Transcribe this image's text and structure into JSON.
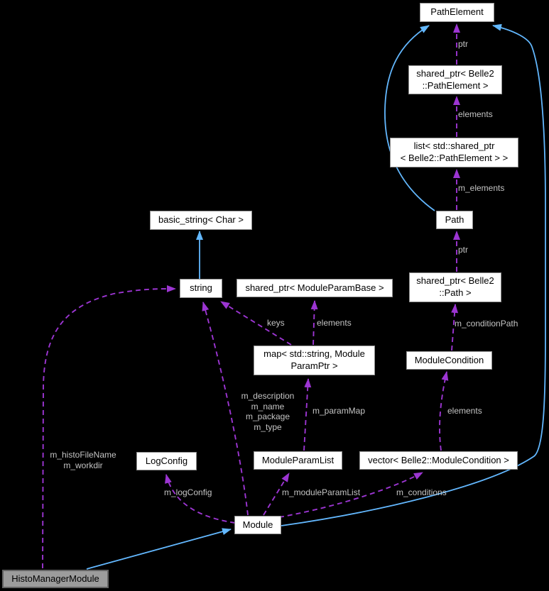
{
  "diagram_type": "doxygen-collaboration-graph",
  "colors": {
    "background": "#000000",
    "member_edge": "#9c35d2",
    "inheritance_edge": "#63b8ff",
    "node_fill": "#ffffff",
    "node_border": "#8f8f8f",
    "node_text": "#000000",
    "highlight_node_fill": "#9c9c9c",
    "highlight_node_border": "#646464",
    "edge_label_text": "#c4c4c4"
  },
  "nodes": [
    {
      "label": "PathElement"
    },
    {
      "label": "shared_ptr< Belle2\n::PathElement >"
    },
    {
      "label": "list< std::shared_ptr\n< Belle2::PathElement > >"
    },
    {
      "label": "Path"
    },
    {
      "label": "basic_string< Char >"
    },
    {
      "label": "string"
    },
    {
      "label": "shared_ptr< ModuleParamBase >"
    },
    {
      "label": "shared_ptr< Belle2\n::Path >"
    },
    {
      "label": "map< std::string, Module\nParamPtr >"
    },
    {
      "label": "ModuleCondition"
    },
    {
      "label": "LogConfig"
    },
    {
      "label": "ModuleParamList"
    },
    {
      "label": "vector< Belle2::ModuleCondition >"
    },
    {
      "label": "Module"
    },
    {
      "label": "HistoManagerModule"
    }
  ],
  "edge_labels": [
    {
      "text": "ptr"
    },
    {
      "text": "elements"
    },
    {
      "text": "m_elements"
    },
    {
      "text": "ptr"
    },
    {
      "text": "keys"
    },
    {
      "text": "elements"
    },
    {
      "text": "m_conditionPath"
    },
    {
      "text": "m_description\nm_name\nm_package\nm_type"
    },
    {
      "text": "m_paramMap"
    },
    {
      "text": "elements"
    },
    {
      "text": "m_histoFileName\nm_workdir"
    },
    {
      "text": "m_logConfig"
    },
    {
      "text": "m_moduleParamList"
    },
    {
      "text": "m_conditions"
    }
  ]
}
